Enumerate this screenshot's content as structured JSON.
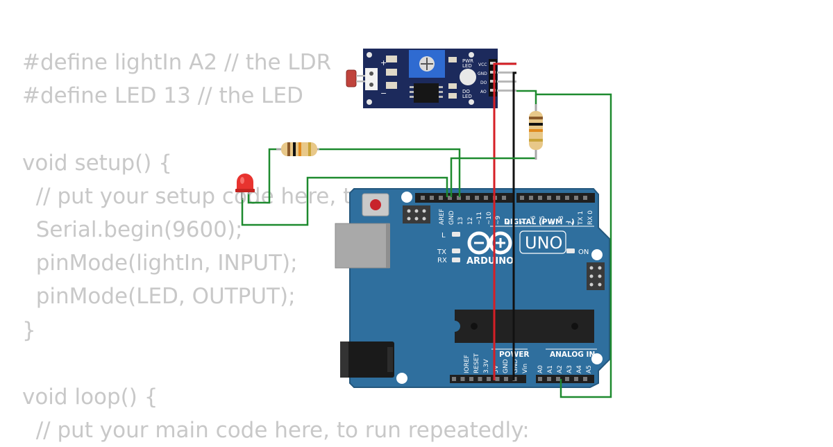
{
  "code": {
    "lines": [
      "#define lightIn A2 // the LDR",
      "#define LED 13 // the LED",
      "",
      "void setup() {",
      "  // put your setup code here, to run once:",
      "  Serial.begin(9600);",
      "  pinMode(lightIn, INPUT);",
      "  pinMode(LED, OUTPUT);",
      "}",
      "",
      "void loop() {",
      "  // put your main code here, to run repeatedly:"
    ]
  },
  "sensor_module": {
    "plus_label": "+",
    "minus_label": "−",
    "pwr_led_label": [
      "PWR",
      "LED"
    ],
    "do_led_label": [
      "DO",
      "LED"
    ],
    "pins": [
      "VCC",
      "GND",
      "DO",
      "AO"
    ]
  },
  "arduino": {
    "digital_pins": [
      "AREF",
      "GND",
      "13",
      "12",
      "~11",
      "~10",
      "~9",
      "8",
      "7",
      "~6",
      "~5",
      "4",
      "~3",
      "2",
      "TX 1",
      "RX 0"
    ],
    "digital_header_label": "DIGITAL (PWM ~)",
    "led_labels": [
      "L",
      "TX",
      "RX"
    ],
    "brand": "ARDUINO",
    "model": "UNO",
    "on_label": "ON",
    "power_header_label": "POWER",
    "power_pins": [
      "IOREF",
      "RESET",
      "3.3V",
      "5V",
      "GND",
      "GND",
      "Vin"
    ],
    "analog_header_label": "ANALOG IN",
    "analog_pins": [
      "A0",
      "A1",
      "A2",
      "A3",
      "A4",
      "A5"
    ]
  },
  "colors": {
    "code_text": "#c8c8c8",
    "board": "#2f6f9e",
    "module": "#1c2a5c",
    "wire_red": "#d61f26",
    "wire_black": "#111111",
    "wire_green": "#1d8a2e",
    "led": "#e8332f"
  }
}
